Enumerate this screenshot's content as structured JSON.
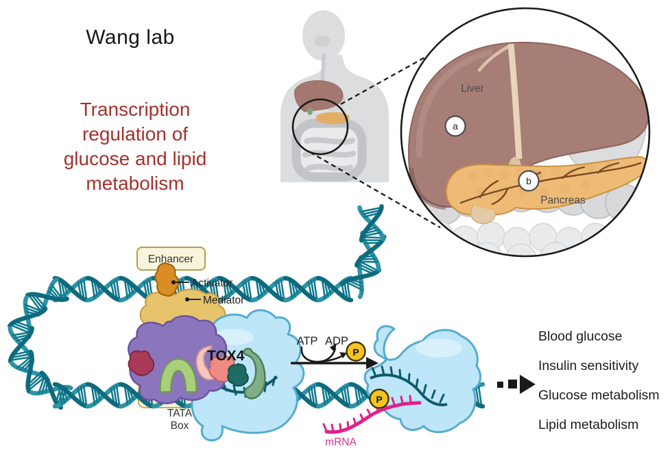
{
  "header": {
    "lab_name": "Wang lab",
    "title_lines": [
      "Transcription",
      "regulation of",
      "glucose and lipid",
      "metabolism"
    ]
  },
  "anatomy_inset": {
    "liver_label": "Liver",
    "pancreas_label": "Pancreas",
    "marker_a": "a",
    "marker_b": "b"
  },
  "transcription_diagram": {
    "enhancer_label": "Enhancer",
    "activator_label": "Activator",
    "mediator_label": "Mediator",
    "tox4_label": "TOX4",
    "tata_label_line1": "TATA",
    "tata_label_line2": "Box",
    "atp_label": "ATP",
    "adp_label": "ADP",
    "phosphate_label": "P",
    "mrna_label": "mRNA"
  },
  "outcomes": {
    "items": [
      "Blood glucose",
      "Insulin sensitivity",
      "Glucose metabolism",
      "Lipid metabolism"
    ]
  },
  "colors": {
    "title_red": "#A5312C",
    "dna_teal_dark": "#0E6B7E",
    "dna_teal_light": "#2E93A6",
    "mrna_pink": "#E0218A",
    "phosphate_yellow": "#F6C51D",
    "polymerase_blue": "#BDE6F8",
    "liver": "#A77E76",
    "pancreas": "#EDBB76",
    "mediator_tan": "#E7C36B",
    "activator_orange": "#D98D22",
    "tox_purple": "#8B76BD"
  }
}
